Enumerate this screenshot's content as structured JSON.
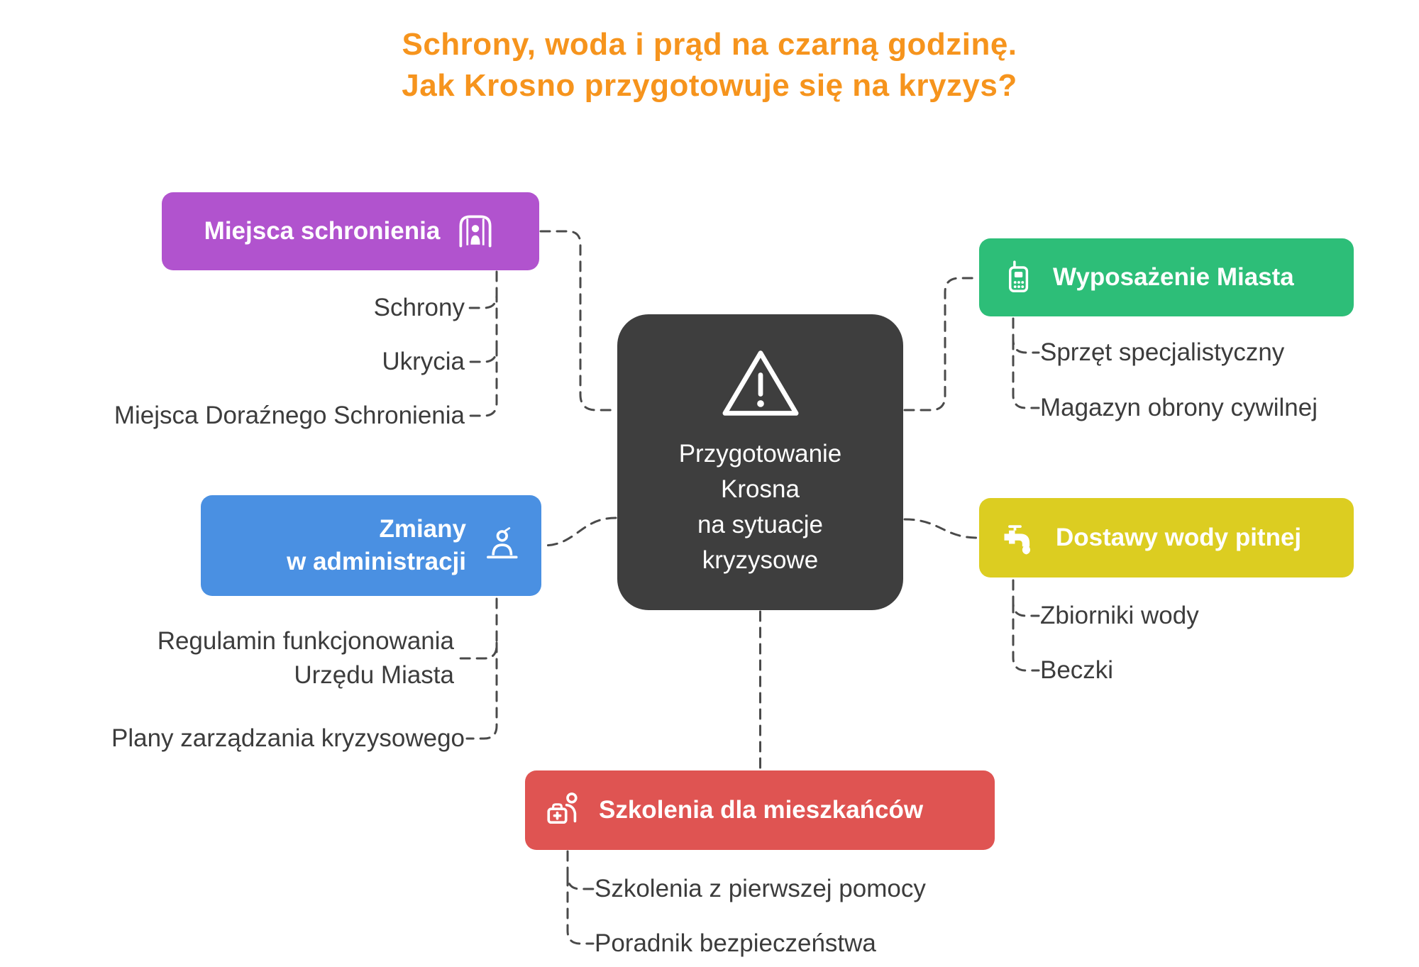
{
  "title": {
    "line1": "Schrony, woda i prąd na czarną godzinę.",
    "line2": "Jak Krosno przygotowuje się na kryzys?",
    "color": "#F6941D"
  },
  "center": {
    "label": "Przygotowanie\nKrosna\nna sytuacje\nkryzysowe",
    "icon": "warning-triangle-icon",
    "color": "#3E3E3E"
  },
  "branches": [
    {
      "id": "miejsca-schronienia",
      "label": "Miejsca schronienia",
      "icon": "shelter-icon",
      "color": "#B153CE",
      "children": [
        "Schrony",
        "Ukrycia",
        "Miejsca Doraźnego Schronienia"
      ]
    },
    {
      "id": "wyposazenie-miasta",
      "label": "Wyposażenie Miasta",
      "icon": "radio-icon",
      "color": "#2DBE78",
      "children": [
        "Sprzęt specjalistyczny",
        "Magazyn obrony cywilnej"
      ]
    },
    {
      "id": "zmiany-w-administracji",
      "label": "Zmiany\nw administracji",
      "icon": "person-desk-icon",
      "color": "#4A90E2",
      "children": [
        "Regulamin funkcjonowania\nUrzędu Miasta",
        "Plany zarządzania kryzysowego"
      ]
    },
    {
      "id": "dostawy-wody-pitnej",
      "label": "Dostawy wody pitnej",
      "icon": "faucet-icon",
      "color": "#DCCD21",
      "children": [
        "Zbiorniki wody",
        "Beczki"
      ]
    },
    {
      "id": "szkolenia-dla-mieszkancow",
      "label": "Szkolenia dla mieszkańców",
      "icon": "first-aid-icon",
      "color": "#DF5452",
      "children": [
        "Szkolenia z pierwszej pomocy",
        "Poradnik bezpieczeństwa"
      ]
    }
  ]
}
